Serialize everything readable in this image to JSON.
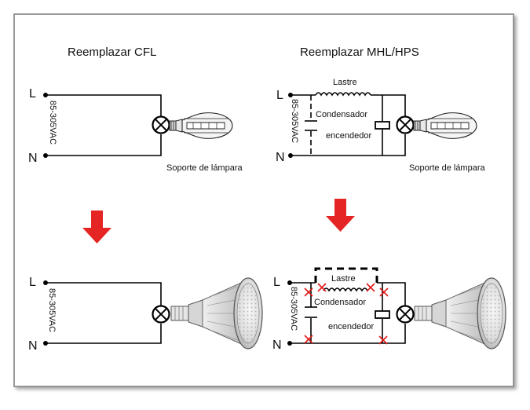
{
  "panels": {
    "cfl": {
      "title": "Reemplazar CFL",
      "L": "L",
      "N": "N",
      "voltage": "85-305VAC",
      "holder": "Soporte de lámpara"
    },
    "mhl": {
      "title": "Reemplazar MHL/HPS",
      "L": "L",
      "N": "N",
      "voltage": "85-305VAC",
      "ballast": "Lastre",
      "capacitor": "Condensador",
      "igniter": "encendedor",
      "holder": "Soporte de lámpara"
    },
    "cfl_after": {
      "L": "L",
      "N": "N",
      "voltage": "85-305VAC"
    },
    "mhl_after": {
      "L": "L",
      "N": "N",
      "voltage": "85-305VAC",
      "ballast": "Lastre",
      "capacitor": "Condensador",
      "igniter": "encendedor"
    }
  },
  "colors": {
    "arrow": "#e52424",
    "remove_mark": "#e01818",
    "frame_border": "#777777"
  },
  "icons": [
    "lamp-socket-icon",
    "hid-bulb-icon",
    "led-par-lamp-icon",
    "down-arrow-icon",
    "remove-x-icon"
  ]
}
